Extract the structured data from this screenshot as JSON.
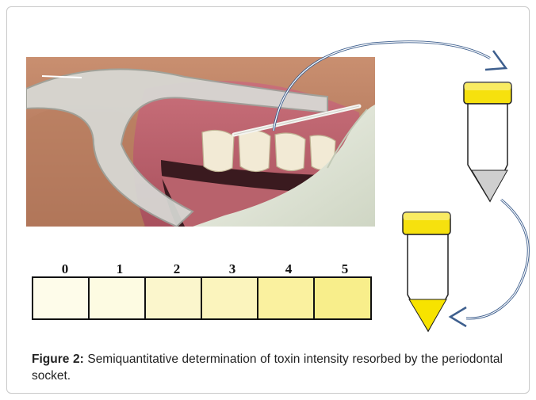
{
  "scale": {
    "labels": [
      "0",
      "1",
      "2",
      "3",
      "4",
      "5"
    ],
    "colors": [
      "#fefcea",
      "#fdfbe2",
      "#fbf6cc",
      "#fbf4bd",
      "#faf19f",
      "#f8ee8b"
    ]
  },
  "tubes": {
    "cap_color": "#f6e10e",
    "upper_liquid_color": "#cfcfcf",
    "lower_liquid_color": "#f7e300",
    "arrow_color": "#3e5f8e"
  },
  "photo": {
    "description_icon": "dental-photo"
  },
  "caption": {
    "lead": "Figure 2:",
    "text": " Semiquantitative determination of toxin intensity resorbed by the periodontal socket."
  }
}
